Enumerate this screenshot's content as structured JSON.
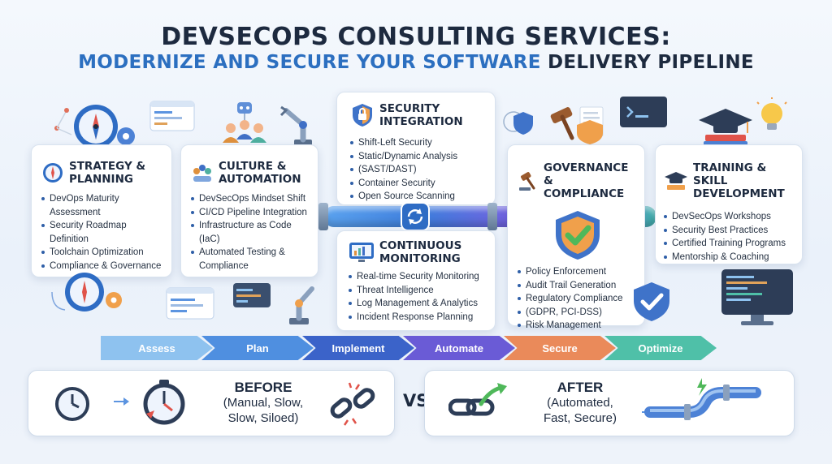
{
  "header": {
    "title": "DEVSECOPS CONSULTING SERVICES:",
    "subtitle_part1": "MODERNIZE AND SECURE YOUR SOFTWARE ",
    "subtitle_part2": "DELIVERY PIPELINE"
  },
  "cards": {
    "strategy": {
      "title_line1": "STRATEGY &",
      "title_line2": "PLANNING",
      "items": [
        "DevOps Maturity Assessment",
        "Security Roadmap Definition",
        "Toolchain Optimization",
        "Compliance & Governance"
      ]
    },
    "culture": {
      "title_line1": "CULTURE &",
      "title_line2": "AUTOMATION",
      "items": [
        "DevSecOps Mindset Shift",
        "CI/CD Pipeline Integration",
        "Infrastructure as Code (IaC)",
        "Automated Testing &",
        "Compliance"
      ]
    },
    "security": {
      "title_line1": "SECURITY",
      "title_line2": "INTEGRATION",
      "items": [
        "Shift-Left Security",
        "Static/Dynamic Analysis",
        "(SAST/DAST)",
        "Container Security",
        "Open Source Scanning"
      ]
    },
    "monitoring": {
      "title_line1": "CONTINUOUS",
      "title_line2": "MONITORING",
      "items": [
        "Real-time Security Monitoring",
        "Threat Intelligence",
        "Log Management & Analytics",
        "Incident Response Planning"
      ]
    },
    "governance": {
      "title_line1": "GOVERNANCE &",
      "title_line2": "COMPLIANCE",
      "items": [
        "Policy Enforcement",
        "Audit Trail Generation",
        "Regulatory Compliance",
        "(GDPR, PCI-DSS)",
        "Risk Management"
      ]
    },
    "training": {
      "title_line1": "TRAINING & SKILL",
      "title_line2": "DEVELOPMENT",
      "items": [
        "DevSecOps Workshops",
        "Security Best Practices",
        "Certified Training Programs",
        "Mentorship & Coaching"
      ]
    }
  },
  "phases": [
    {
      "label": "Assess",
      "color": "#8ec2ef"
    },
    {
      "label": "Plan",
      "color": "#4f8fe0"
    },
    {
      "label": "Implement",
      "color": "#3b63c9"
    },
    {
      "label": "Automate",
      "color": "#6a5bd6"
    },
    {
      "label": "Secure",
      "color": "#ea8a5a"
    },
    {
      "label": "Optimize",
      "color": "#4fc0a8"
    }
  ],
  "comparison": {
    "before_title": "BEFORE",
    "before_line1": "(Manual, Slow,",
    "before_line2": "Slow, Siloed)",
    "vs": "VS",
    "after_title": "AFTER",
    "after_line1": "(Automated,",
    "after_line2": "Fast, Secure)"
  },
  "colors": {
    "accent": "#2c6fc0",
    "dark": "#1d2a3f",
    "shield": "#3f73c9",
    "check": "#4fb85a"
  },
  "icons": [
    "compass-icon",
    "gears-icon",
    "team-icon",
    "robot-arm-icon",
    "shield-lock-icon",
    "monitor-chart-icon",
    "gavel-icon",
    "shield-check-icon",
    "graduation-cap-icon",
    "lightbulb-icon",
    "stopwatch-icon",
    "broken-chain-icon",
    "chain-icon",
    "pipe-icon",
    "code-window-icon",
    "sync-icon"
  ]
}
